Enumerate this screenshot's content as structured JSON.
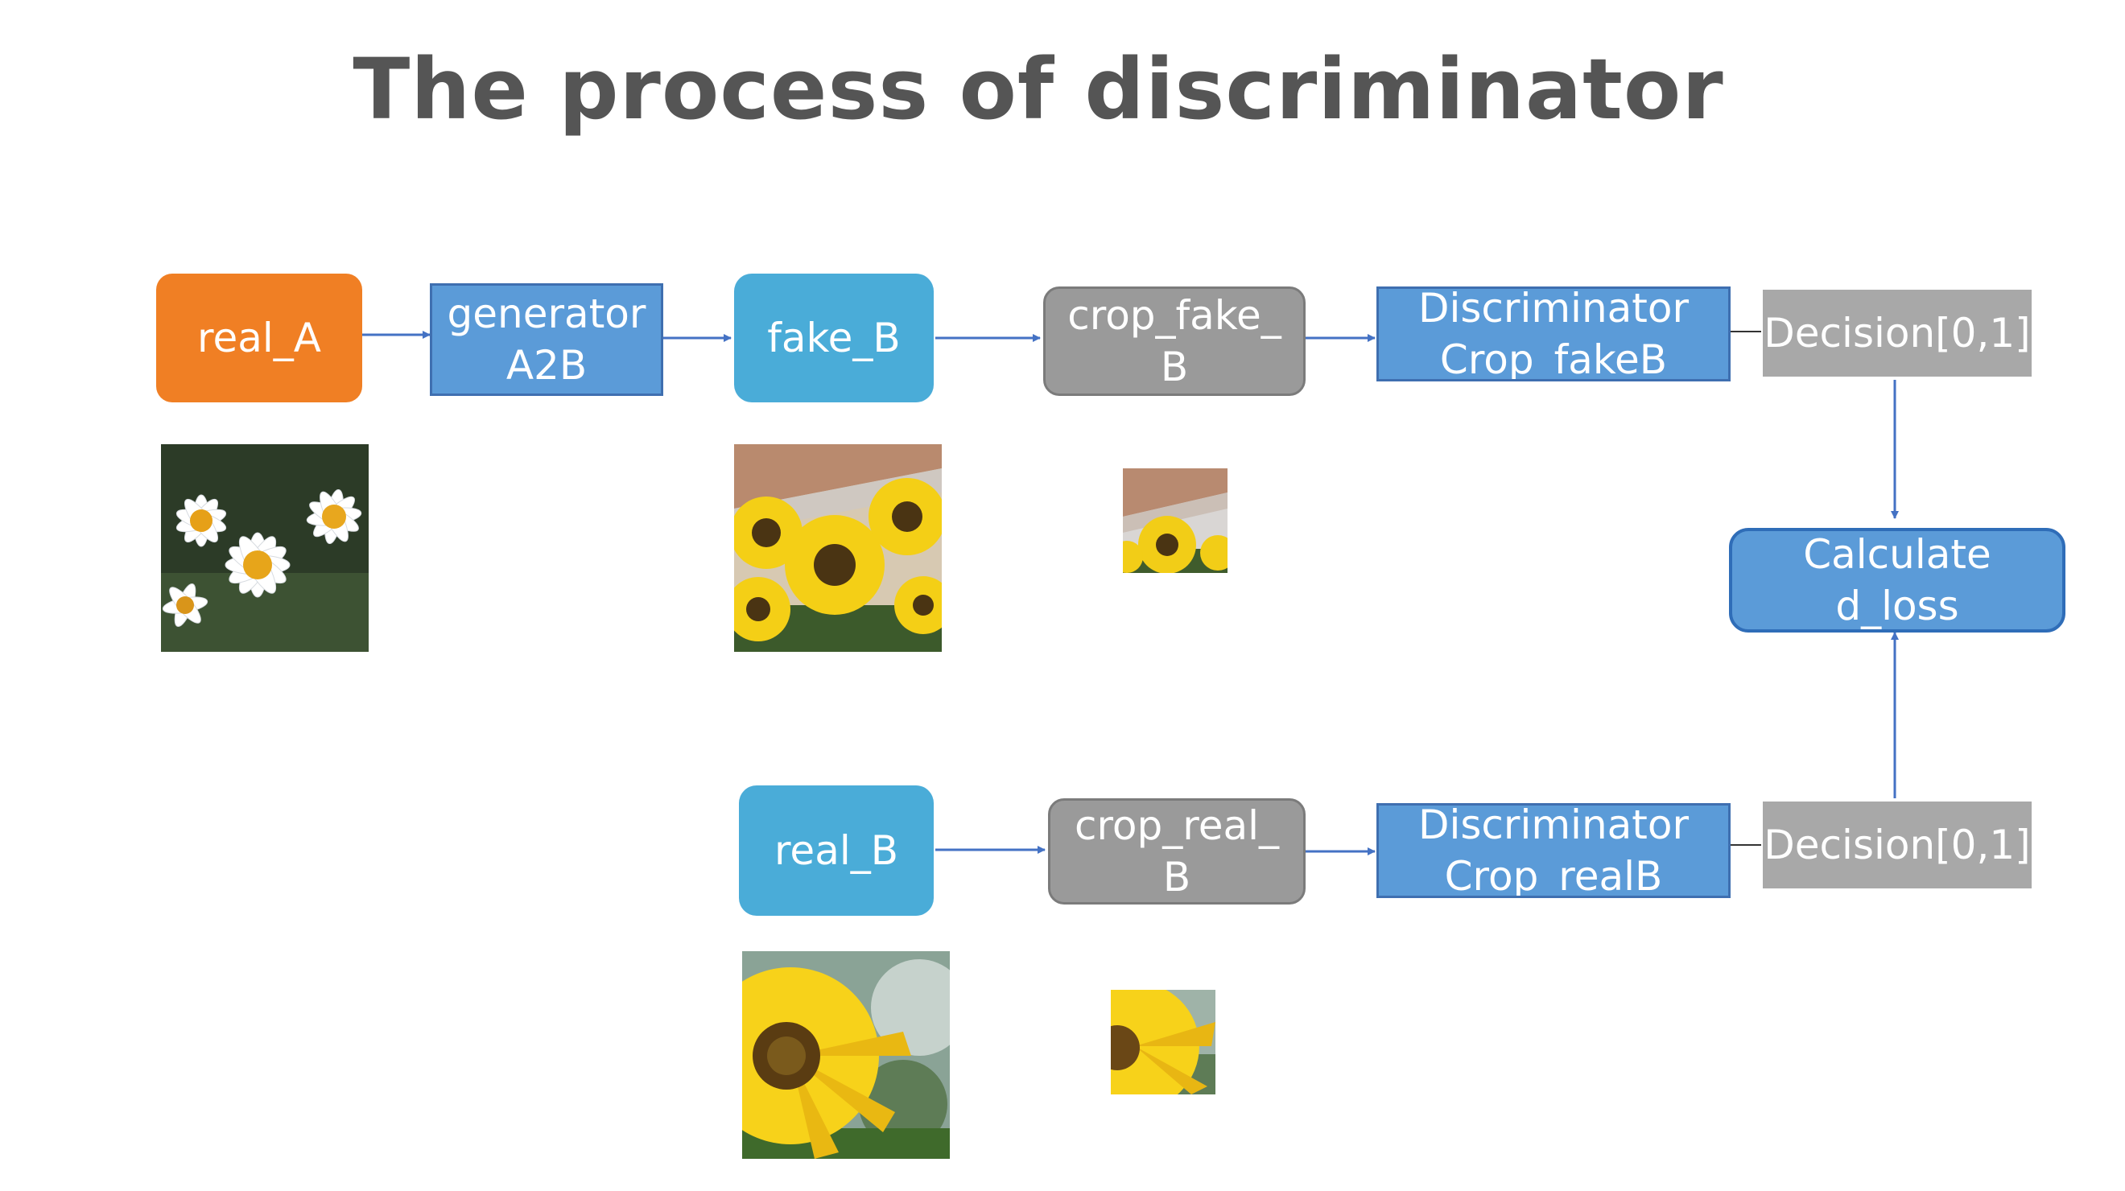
{
  "title": "The process of discriminator",
  "nodes": {
    "real_A": "real_A",
    "generator": "generator\nA2B",
    "fake_B": "fake_B",
    "crop_fake": "crop_fake_\nB",
    "disc_fake": "Discriminator\nCrop_fakeB",
    "decision_fake": "Decision[0,1]",
    "calculate": "Calculate\nd_loss",
    "real_B": "real_B",
    "crop_real": "crop_real_\nB",
    "disc_real": "Discriminator\nCrop_realB",
    "decision_real": "Decision[0,1]"
  },
  "colors": {
    "orange": "#f07f24",
    "cyan": "#4aacd8",
    "blue": "#5b9bd8",
    "gray": "#a8a8a8",
    "arrow": "#4472c4"
  },
  "images": {
    "real_A": "daisy-photo",
    "fake_B": "sunflowers-photo",
    "crop_fake": "sunflower-crop-photo",
    "real_B": "sunflower-photo",
    "crop_real": "sunflower-petals-crop-photo"
  }
}
